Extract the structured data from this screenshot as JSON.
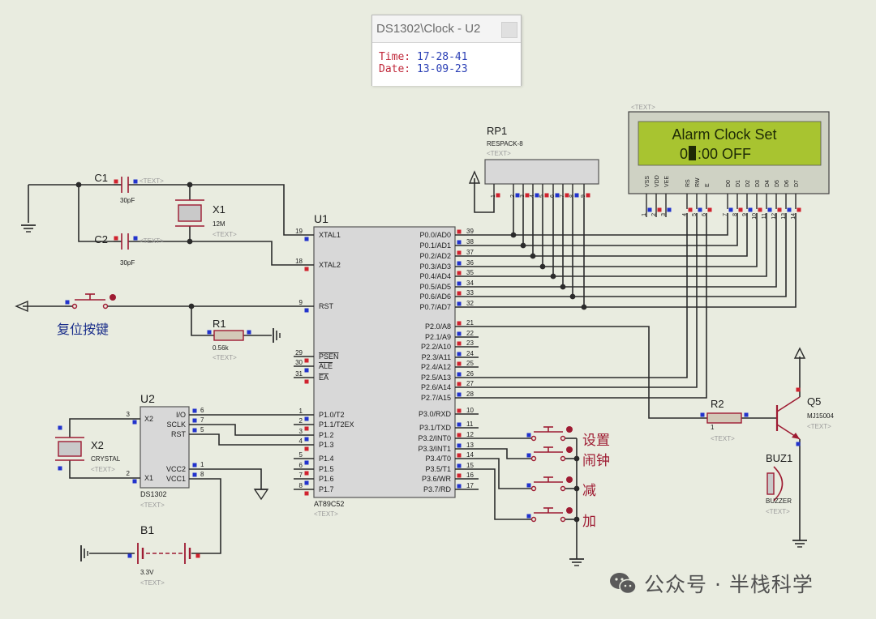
{
  "popup": {
    "title": "DS1302\\Clock - U2",
    "time_label": "Time:",
    "time_value": "17-28-41",
    "date_label": "Date:",
    "date_value": "13-09-23"
  },
  "lcd": {
    "text_tag": "<TEXT>",
    "line1": "Alarm Clock Set",
    "line2_a": "0",
    "line2_b": ":00  OFF",
    "pins": [
      "VSS",
      "VDD",
      "VEE",
      "RS",
      "RW",
      "E",
      "D0",
      "D1",
      "D2",
      "D3",
      "D4",
      "D5",
      "D6",
      "D7"
    ],
    "pin_numbers": [
      "1",
      "2",
      "3",
      "4",
      "5",
      "6",
      "7",
      "8",
      "9",
      "10",
      "11",
      "12",
      "13",
      "14"
    ]
  },
  "rp1": {
    "ref": "RP1",
    "value": "RESPACK-8",
    "text_tag": "<TEXT>",
    "pin_numbers": [
      "1",
      "2",
      "3",
      "4",
      "5",
      "6",
      "7",
      "8",
      "9"
    ]
  },
  "c1": {
    "ref": "C1",
    "value": "30pF",
    "text_tag": "<TEXT>"
  },
  "c2": {
    "ref": "C2",
    "value": "30pF",
    "text_tag": "<TEXT>"
  },
  "x1": {
    "ref": "X1",
    "value": "12M",
    "text_tag": "<TEXT>"
  },
  "u1": {
    "ref": "U1",
    "part": "AT89C52",
    "text_tag": "<TEXT>",
    "left_pins": [
      {
        "num": "19",
        "name": "XTAL1"
      },
      {
        "num": "18",
        "name": "XTAL2"
      },
      {
        "num": "9",
        "name": "RST"
      },
      {
        "num": "29",
        "name": "PSEN"
      },
      {
        "num": "30",
        "name": "ALE"
      },
      {
        "num": "31",
        "name": "EA"
      },
      {
        "num": "1",
        "name": "P1.0/T2"
      },
      {
        "num": "2",
        "name": "P1.1/T2EX"
      },
      {
        "num": "3",
        "name": "P1.2"
      },
      {
        "num": "4",
        "name": "P1.3"
      },
      {
        "num": "5",
        "name": "P1.4"
      },
      {
        "num": "6",
        "name": "P1.5"
      },
      {
        "num": "7",
        "name": "P1.6"
      },
      {
        "num": "8",
        "name": "P1.7"
      }
    ],
    "right_pins": [
      {
        "num": "39",
        "name": "P0.0/AD0"
      },
      {
        "num": "38",
        "name": "P0.1/AD1"
      },
      {
        "num": "37",
        "name": "P0.2/AD2"
      },
      {
        "num": "36",
        "name": "P0.3/AD3"
      },
      {
        "num": "35",
        "name": "P0.4/AD4"
      },
      {
        "num": "34",
        "name": "P0.5/AD5"
      },
      {
        "num": "33",
        "name": "P0.6/AD6"
      },
      {
        "num": "32",
        "name": "P0.7/AD7"
      },
      {
        "num": "21",
        "name": "P2.0/A8"
      },
      {
        "num": "22",
        "name": "P2.1/A9"
      },
      {
        "num": "23",
        "name": "P2.2/A10"
      },
      {
        "num": "24",
        "name": "P2.3/A11"
      },
      {
        "num": "25",
        "name": "P2.4/A12"
      },
      {
        "num": "26",
        "name": "P2.5/A13"
      },
      {
        "num": "27",
        "name": "P2.6/A14"
      },
      {
        "num": "28",
        "name": "P2.7/A15"
      },
      {
        "num": "10",
        "name": "P3.0/RXD"
      },
      {
        "num": "11",
        "name": "P3.1/TXD"
      },
      {
        "num": "12",
        "name": "P3.2/INT0"
      },
      {
        "num": "13",
        "name": "P3.3/INT1"
      },
      {
        "num": "14",
        "name": "P3.4/T0"
      },
      {
        "num": "15",
        "name": "P3.5/T1"
      },
      {
        "num": "16",
        "name": "P3.6/WR"
      },
      {
        "num": "17",
        "name": "P3.7/RD"
      }
    ]
  },
  "reset": {
    "label": "复位按键"
  },
  "r1": {
    "ref": "R1",
    "value": "0.56k",
    "text_tag": "<TEXT>"
  },
  "u2": {
    "ref": "U2",
    "part": "DS1302",
    "text_tag": "<TEXT>",
    "pins": [
      {
        "num": "3",
        "name": "X2"
      },
      {
        "num": "2",
        "name": "X1"
      },
      {
        "num": "6",
        "name": "I/O"
      },
      {
        "num": "7",
        "name": "SCLK"
      },
      {
        "num": "5",
        "name": "RST"
      },
      {
        "num": "1",
        "name": "VCC2"
      },
      {
        "num": "8",
        "name": "VCC1"
      }
    ]
  },
  "x2": {
    "ref": "X2",
    "value": "CRYSTAL",
    "text_tag": "<TEXT>"
  },
  "b1": {
    "ref": "B1",
    "value": "3.3V",
    "text_tag": "<TEXT>"
  },
  "r2": {
    "ref": "R2",
    "value": "1",
    "text_tag": "<TEXT>"
  },
  "q5": {
    "ref": "Q5",
    "value": "MJ15004",
    "text_tag": "<TEXT>"
  },
  "buz1": {
    "ref": "BUZ1",
    "value": "BUZZER",
    "text_tag": "<TEXT>"
  },
  "buttons": [
    {
      "label": "设置"
    },
    {
      "label": "闹钟"
    },
    {
      "label": "减"
    },
    {
      "label": "加"
    }
  ],
  "watermark": {
    "text": "公众号 · 半栈科学"
  },
  "colors": {
    "wire": "#2b2b2b",
    "component": "#9e1b32",
    "pin_marker": "#d0222e",
    "pin_marker_blue": "#2233cc",
    "text_tag": "#9a9a9a",
    "lcd_screen": "#a8c430",
    "lcd_text": "#1e2a06",
    "ic_body": "#d8d8d8",
    "label_blue": "#1a2e8a"
  }
}
